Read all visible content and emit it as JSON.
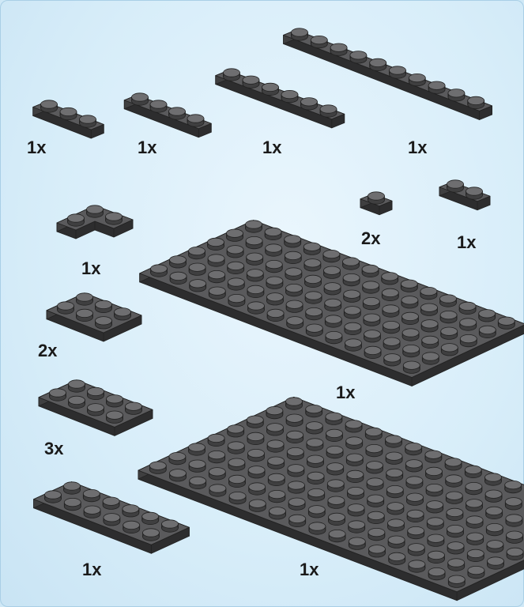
{
  "parts_list": {
    "background_color": "#d7edf9",
    "brick_color": "#5a5a5c",
    "items": [
      {
        "name": "plate-1x3",
        "quantity": "1x",
        "cols": 3,
        "rows": 1
      },
      {
        "name": "plate-1x4",
        "quantity": "1x",
        "cols": 4,
        "rows": 1
      },
      {
        "name": "plate-1x6",
        "quantity": "1x",
        "cols": 6,
        "rows": 1
      },
      {
        "name": "plate-1x10",
        "quantity": "1x",
        "cols": 10,
        "rows": 1
      },
      {
        "name": "plate-1x1",
        "quantity": "2x",
        "cols": 1,
        "rows": 1
      },
      {
        "name": "plate-1x2",
        "quantity": "1x",
        "cols": 2,
        "rows": 1
      },
      {
        "name": "plate-2x2-corner",
        "quantity": "1x",
        "cols": 2,
        "rows": 2
      },
      {
        "name": "plate-2x3",
        "quantity": "2x",
        "cols": 3,
        "rows": 2
      },
      {
        "name": "plate-2x4",
        "quantity": "3x",
        "cols": 4,
        "rows": 2
      },
      {
        "name": "plate-2x6",
        "quantity": "1x",
        "cols": 6,
        "rows": 2
      },
      {
        "name": "plate-6x14",
        "quantity": "1x",
        "cols": 14,
        "rows": 6
      },
      {
        "name": "plate-8x16",
        "quantity": "1x",
        "cols": 16,
        "rows": 8
      }
    ]
  }
}
